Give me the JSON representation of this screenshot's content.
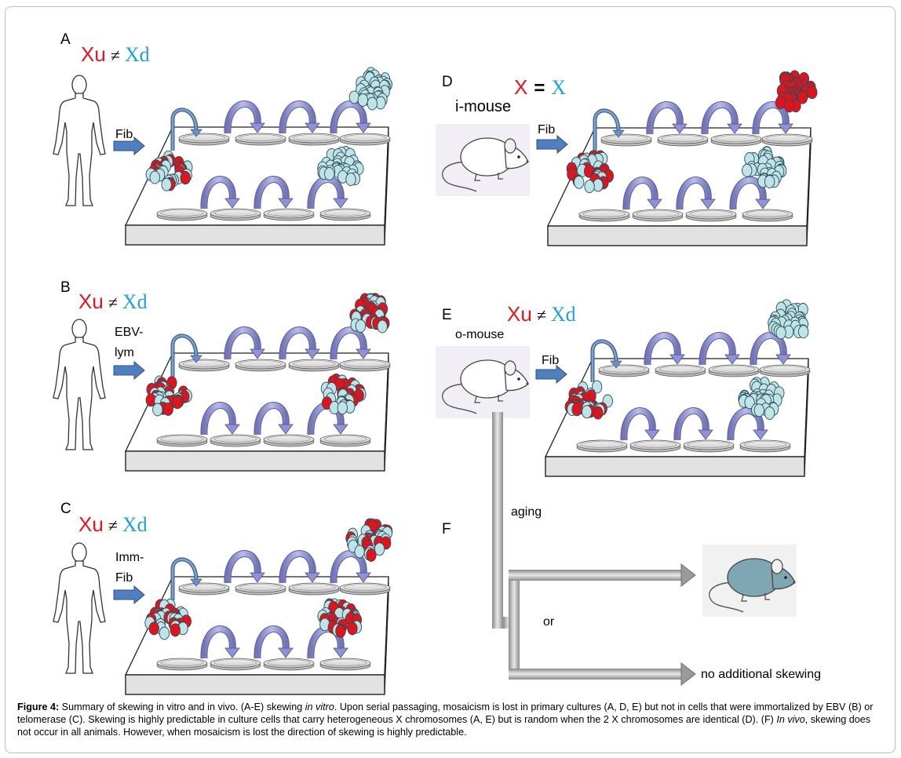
{
  "panels": {
    "A": {
      "letter": "A",
      "xu": "Xu",
      "op": "≠",
      "xd": "Xd",
      "source": "Fib"
    },
    "B": {
      "letter": "B",
      "xu": "Xu",
      "op": "≠",
      "xd": "Xd",
      "source_line1": "EBV-",
      "source_line2": "lym"
    },
    "C": {
      "letter": "C",
      "xu": "Xu",
      "op": "≠",
      "xd": "Xd",
      "source_line1": "Imm-",
      "source_line2": "Fib"
    },
    "D": {
      "letter": "D",
      "xu": "X",
      "op": "=",
      "xd": "X",
      "animal": "i-mouse",
      "source": "Fib"
    },
    "E": {
      "letter": "E",
      "xu": "Xu",
      "op": "≠",
      "xd": "Xd",
      "animal": "o-mouse",
      "source": "Fib"
    },
    "F": {
      "letter": "F",
      "aging": "aging",
      "or": "or",
      "outcome_no_skew": "no additional skewing"
    }
  },
  "caption": {
    "bold_label": "Figure 4:",
    "text1": " Summary of skewing in vitro and in vivo. (A-E) skewing ",
    "italic1": "in vitro",
    "text2": ". Upon serial passaging, mosaicism is lost in primary cultures (A, D, E) but not in cells that were immortalized by EBV (B) or telomerase (C). Skewing is highly predictable in culture cells that carry heterogeneous X chromosomes (A, E) but is random when the 2 X chromosomes are identical (D). (F) ",
    "italic2": "In vivo",
    "text3": ", skewing does not occur in all animals. However, when mosaicism is lost the direction of skewing is highly predictable."
  },
  "colors": {
    "red_cell": "#e0141c",
    "blue_cell": "#bfe3e6",
    "arrow": "#8f92d4",
    "block_arrow": "#4f7fbf",
    "tray_side": "#e2e2e2"
  }
}
